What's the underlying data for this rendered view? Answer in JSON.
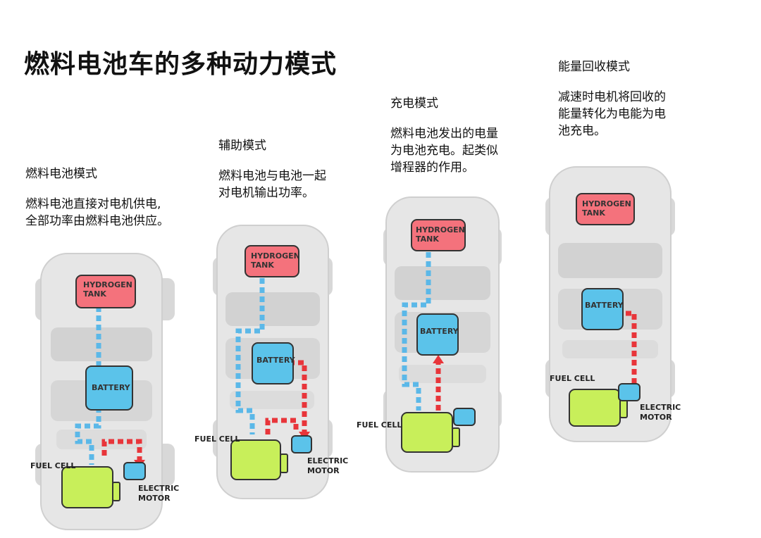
{
  "page": {
    "title": "燃料电池车的多种动力模式"
  },
  "labels": {
    "hydrogen_line1": "HYDROGEN",
    "hydrogen_line2": "TANK",
    "battery": "BATTERY",
    "fuel_cell": "FUEL CELL",
    "electric_line1": "ELECTRIC",
    "electric_line2": "MOTOR"
  },
  "colors": {
    "hydrogen_tank": "#f4727c",
    "battery": "#5bc3ea",
    "fuel_cell": "#c8ef5a",
    "electric_motor": "#5bc3ea",
    "hydrogen_flow": "#5bb8e8",
    "electric_flow": "#e8353a",
    "car_body": "#e2e2e2"
  },
  "modes": [
    {
      "id": "fuel-cell",
      "title": "燃料电池模式",
      "desc": "燃料电池直接对电机供电,\n全部功率由燃料电池供应。"
    },
    {
      "id": "assist",
      "title": "辅助模式",
      "desc": "燃料电池与电池一起\n对电机输出功率。"
    },
    {
      "id": "charge",
      "title": "充电模式",
      "desc": "燃料电池发出的电量\n为电池充电。起类似\n增程器的作用。"
    },
    {
      "id": "regen",
      "title": "能量回收模式",
      "desc": "减速时电机将回收的\n能量转化为电能为电\n池充电。"
    }
  ]
}
